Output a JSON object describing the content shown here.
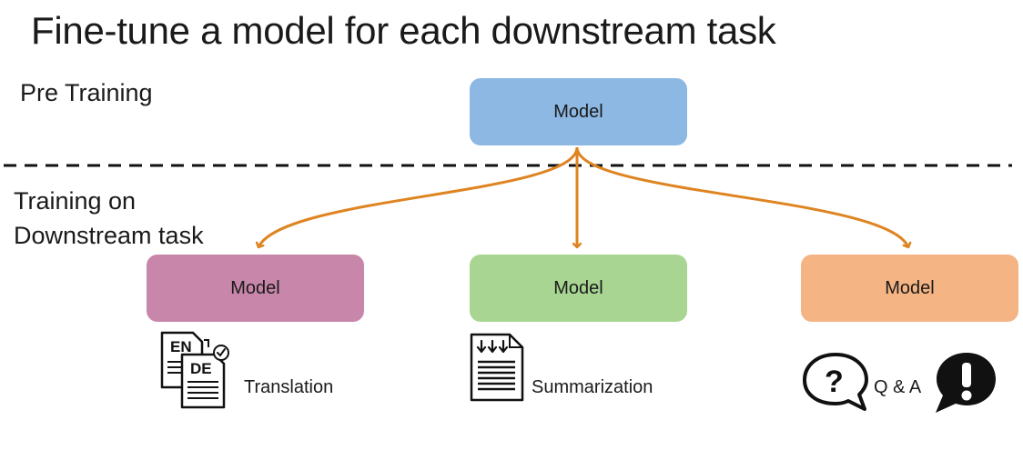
{
  "title": "Fine-tune a model for each downstream task",
  "stages": {
    "pre_training": "Pre Training",
    "downstream_line1": "Training on",
    "downstream_line2": "Downstream task"
  },
  "nodes": {
    "pretrained_model": "Model",
    "translation_model": "Model",
    "summarization_model": "Model",
    "qa_model": "Model"
  },
  "tasks": {
    "translation": "Translation",
    "summarization": "Summarization",
    "qa": "Q & A"
  },
  "icon_text": {
    "source_language": "EN",
    "target_language": "DE"
  },
  "icons": {
    "translation": "document-translation-icon",
    "summarization": "document-summary-icon",
    "question": "question-bubble-icon",
    "answer": "exclamation-bubble-icon"
  },
  "colors": {
    "pretrained": "#8db8e3",
    "translation": "#c886ab",
    "summarization": "#a8d692",
    "qa": "#f4b483",
    "arrow": "#de8421"
  }
}
